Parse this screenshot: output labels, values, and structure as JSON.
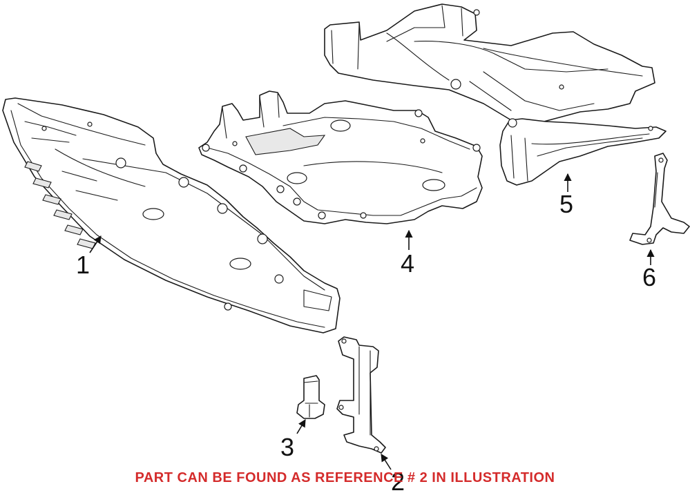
{
  "callouts": {
    "c1": "1",
    "c2": "2",
    "c3": "3",
    "c4": "4",
    "c5": "5",
    "c6": "6"
  },
  "notice": {
    "text": "PART CAN BE FOUND AS REFERENCE # 2 IN ILLUSTRATION",
    "color": "#d42b2b"
  },
  "colors": {
    "line": "#1a1a1a",
    "background": "#ffffff"
  }
}
